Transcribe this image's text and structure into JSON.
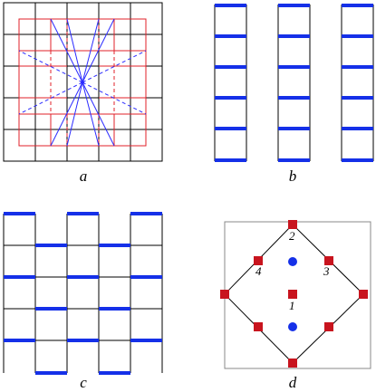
{
  "panels": [
    {
      "id": "a",
      "caption": "a",
      "description": ""
    },
    {
      "id": "b",
      "caption": "b"
    },
    {
      "id": "c",
      "caption": "c"
    },
    {
      "id": "d",
      "caption": "d",
      "site_labels": [
        "1",
        "2",
        "3",
        "4"
      ]
    }
  ],
  "colors": {
    "grid": "#000000",
    "red": "#e0202a",
    "blue": "#1a1aff",
    "thick_blue": "#1530e8",
    "marker_red": "#c8141e",
    "marker_blue": "#1530e8",
    "frame_gray": "#888888"
  }
}
